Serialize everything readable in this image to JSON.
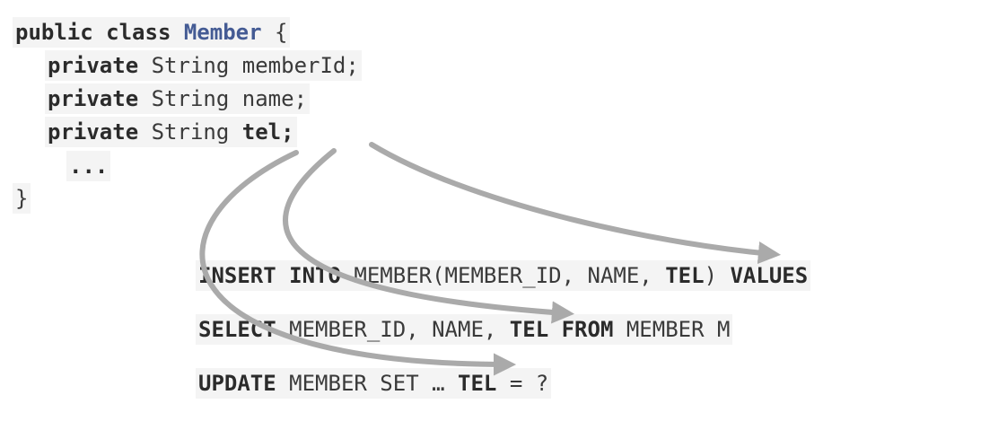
{
  "java": {
    "line1": {
      "kw1": "public",
      "kw2": "class",
      "name": "Member",
      "brace": "{"
    },
    "line2": {
      "kw": "private",
      "type": "String",
      "field": "memberId;"
    },
    "line3": {
      "kw": "private",
      "type": "String",
      "field": "name;"
    },
    "line4": {
      "kw": "private",
      "type": "String",
      "field": "tel;"
    },
    "line5": {
      "ellipsis": "..."
    },
    "line6": {
      "brace": "}"
    }
  },
  "sql": {
    "insert": {
      "kw1": "INSERT INTO",
      "t1": "MEMBER(MEMBER_ID, NAME,",
      "col": "TEL",
      "t2": ")",
      "kw2": "VALUES"
    },
    "select": {
      "kw1": "SELECT",
      "t1": "MEMBER_ID, NAME,",
      "col": "TEL",
      "kw2": "FROM",
      "t2": "MEMBER M"
    },
    "update": {
      "kw1": "UPDATE",
      "t1": "MEMBER SET …",
      "col": "TEL",
      "t2": "= ?"
    }
  },
  "colors": {
    "arrow": "#aaaaaa",
    "class_name": "#445b94",
    "code_bg": "#f4f4f4"
  }
}
